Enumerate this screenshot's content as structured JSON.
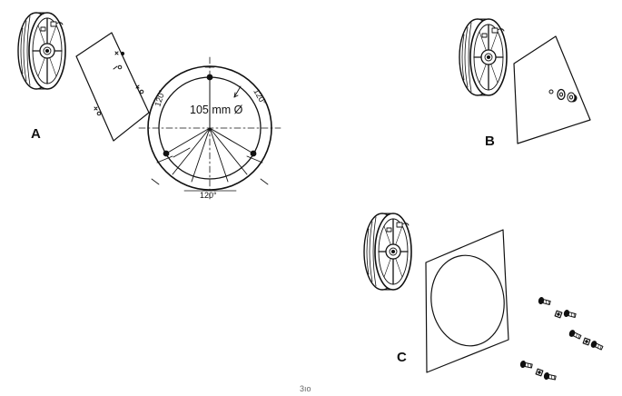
{
  "labels": {
    "panel_a": "A",
    "panel_b": "B",
    "panel_c": "C",
    "diameter": "105 mm Ø",
    "angle_left": "120°",
    "angle_right": "120°",
    "angle_bottom": "120°",
    "page_number": "3ıo"
  },
  "icons": [
    "speaker-icon",
    "mounting-board-icon",
    "screw-icon",
    "nut-icon",
    "washer-icon",
    "bolt-icon"
  ]
}
